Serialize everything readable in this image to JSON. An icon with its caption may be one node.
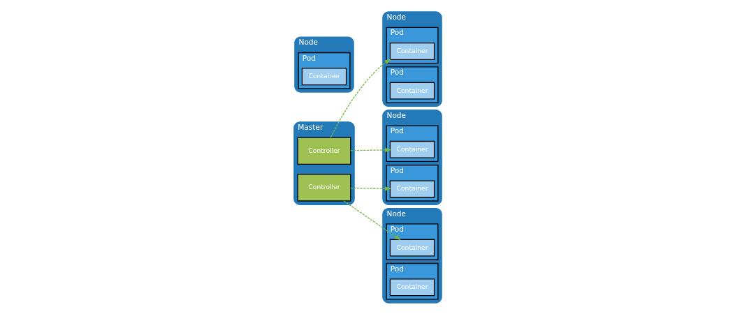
{
  "diagram": {
    "nodes": [
      {
        "text": [
          "Master"
        ]
      },
      {
        "text": [
          "Controller"
        ],
        "in": 0
      },
      {
        "text": [
          "Controller"
        ],
        "in": 0
      },
      {
        "text": [
          "Node"
        ]
      },
      {
        "text": [
          "Pod"
        ],
        "in": 3
      },
      {
        "text": [
          "Container"
        ],
        "in": 4
      },
      {
        "text": [
          "Pod"
        ],
        "in": 3
      },
      {
        "text": [
          "Container"
        ],
        "in": 6
      },
      {
        "text": [
          "Node"
        ]
      },
      {
        "text": [
          "Pod"
        ],
        "in": 8
      },
      {
        "text": [
          "Container"
        ],
        "in": 9
      },
      {
        "text": [
          "Pod"
        ],
        "in": 8
      },
      {
        "text": [
          "Container"
        ],
        "in": 11
      },
      {
        "text": [
          "Node"
        ]
      },
      {
        "text": [
          "Pod"
        ],
        "in": 13
      },
      {
        "text": [
          "Container"
        ],
        "in": 14
      },
      {
        "text": [
          "Pod"
        ],
        "in": 13
      },
      {
        "text": [
          "Container"
        ],
        "in": 16
      },
      {
        "text": [
          "Node"
        ]
      },
      {
        "text": [
          "Pod"
        ],
        "in": 18
      },
      {
        "text": [
          "Container"
        ],
        "in": 19
      }
    ],
    "edges": [
      {
        "from": 1,
        "to": 5,
        "arrow": "to",
        "style": "dashed"
      },
      {
        "from": 1,
        "to": 17,
        "arrow": "to",
        "style": "dashed"
      },
      {
        "from": 2,
        "to": 10,
        "arrow": "to",
        "style": "dashed"
      },
      {
        "from": 2,
        "to": 15,
        "arrow": "to",
        "style": "dashed"
      }
    ]
  }
}
